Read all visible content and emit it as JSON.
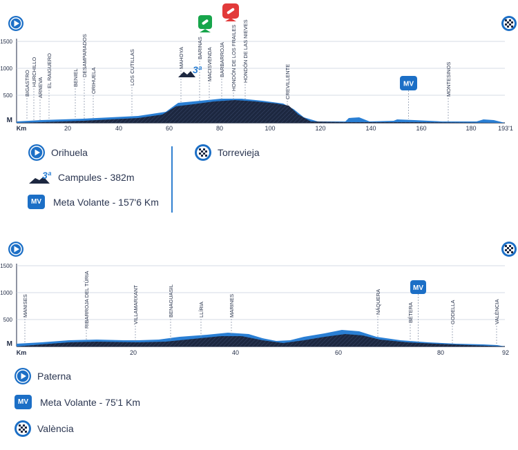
{
  "colors": {
    "terrain_dark": "#1c2740",
    "terrain_blue": "#2a7fd4",
    "axis": "#1f2a44",
    "accent": "#1c6fc6",
    "green": "#17a54b",
    "red": "#e23a3a"
  },
  "icons": {
    "start": "play-icon",
    "finish": "checkered-flag-icon",
    "climb": "mountain-icon",
    "sprint_green": "green-sprint-icon",
    "sprint_red": "red-sprint-icon",
    "intermediate": "mv-badge"
  },
  "stage1": {
    "y_ticks": [
      "1500",
      "1000",
      "500",
      "M"
    ],
    "x_ticks": [
      "Km",
      "20",
      "40",
      "60",
      "80",
      "100",
      "120",
      "140",
      "160",
      "180",
      "193'1"
    ],
    "places": [
      "BIGASTRO",
      "HURCHILLO",
      "ARNEVA",
      "EL RAIGUERO",
      "BENIEL",
      "DESAMPARADOS",
      "ORIHUELA",
      "LOS CUTILLAS",
      "MAHOYA",
      "BARINAS",
      "MACISVENDA",
      "BARBARROJA",
      "HONDÓN DE LOS FRAILES",
      "HONDÓN DE LAS NIEVES",
      "CREVILLENTE",
      "MONTESINOS"
    ],
    "climb_badge": "3ª",
    "mv_badge": "MV",
    "legend": {
      "start": "Orihuela",
      "climb_badge": "3ª",
      "climb": "Campules - 382m",
      "mv_badge": "MV",
      "mv": "Meta Volante - 157'6 Km",
      "finish": "Torrevieja"
    }
  },
  "stage2": {
    "y_ticks": [
      "1500",
      "1000",
      "500",
      "M"
    ],
    "x_ticks": [
      "Km",
      "20",
      "40",
      "60",
      "80",
      "92"
    ],
    "places": [
      "MANISES",
      "RIBARROJA DEL TÚRIA",
      "VILLAMARXANT",
      "BENAGUASIL",
      "LLÍRIA",
      "MARINES",
      "NÁQUERA",
      "BÉTERA",
      "GODELLA",
      "VALÈNCIA"
    ],
    "mv_badge": "MV",
    "legend": {
      "start": "Paterna",
      "mv_badge": "MV",
      "mv": "Meta Volante - 75'1 Km",
      "finish": "València"
    }
  }
}
